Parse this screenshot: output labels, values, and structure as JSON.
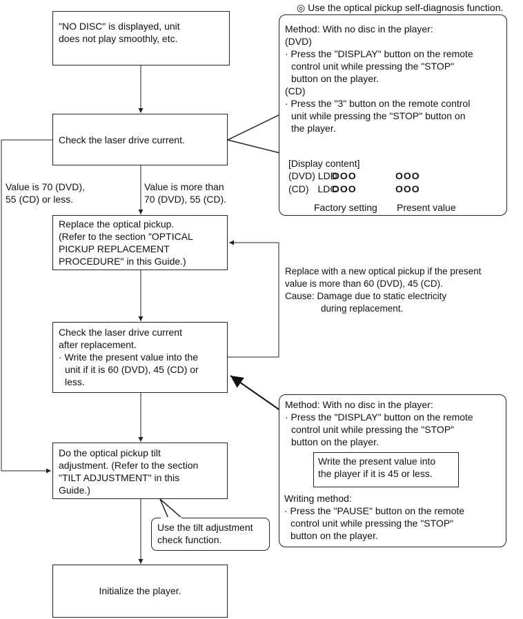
{
  "top_note": {
    "symbol": "◎",
    "text": "Use the optical pickup self-diagnosis function."
  },
  "boxes": {
    "no_disc": [
      "\"NO DISC\" is displayed, unit",
      "does not play smoothly, etc."
    ],
    "check_laser": "Check the laser drive current.",
    "replace": [
      "Replace the optical pickup.",
      "(Refer to the section \"OPTICAL",
      "PICKUP REPLACEMENT",
      "PROCEDURE\" in this Guide.)"
    ],
    "check_after": [
      "Check the laser drive current",
      "after replacement.",
      "· Write the present value into the",
      "unit if it is 60 (DVD), 45 (CD) or",
      "less."
    ],
    "tilt": [
      "Do the optical pickup tilt",
      "adjustment.  (Refer to the section",
      "\"TILT ADJUSTMENT\" in this",
      "Guide.)"
    ],
    "initialize": "Initialize the player."
  },
  "labels": {
    "left_branch": [
      "Value is 70 (DVD),",
      "55 (CD) or less."
    ],
    "right_branch": [
      "Value is more than",
      "70 (DVD), 55 (CD)."
    ]
  },
  "callout_top": {
    "lines": [
      "Method: With no disc in the player:",
      "(DVD)",
      "· Press the \"DISPLAY\" button on the remote",
      "control unit while pressing the \"STOP\"",
      "button on the player.",
      "(CD)",
      "· Press the \"3\" button on the remote control",
      "unit while pressing the \"STOP\" button on",
      "the player."
    ],
    "display_content_title": "[Display content]",
    "dvd_row": {
      "mode": "(DVD)",
      "code": "LDD",
      "factory": "OOO",
      "present": "OOO"
    },
    "cd_row": {
      "mode": "(CD)",
      "code": "LDC",
      "factory": "OOO",
      "present": "OOO"
    },
    "factory_label": "Factory setting",
    "present_label": "Present value"
  },
  "replace_note": {
    "lines": [
      "Replace with a new optical pickup if the present",
      "value is more than 60 (DVD), 45 (CD).",
      "Cause: Damage due to static electricity"
    ],
    "indent_line": "during replacement."
  },
  "callout_bottom": {
    "method_lines": [
      "Method: With no disc in the player:",
      "· Press the \"DISPLAY\" button on the remote",
      "control unit while pressing the \"STOP\"",
      "button on the player."
    ],
    "inner_lines": [
      "Write the present value into",
      "the player if it is 45 or less."
    ],
    "writing_lines": [
      "Writing method:",
      "· Press the \"PAUSE\" button on the remote",
      "control unit while pressing the \"STOP\"",
      "button on the player."
    ]
  },
  "tilt_callout": [
    "Use the tilt adjustment",
    "check function."
  ]
}
